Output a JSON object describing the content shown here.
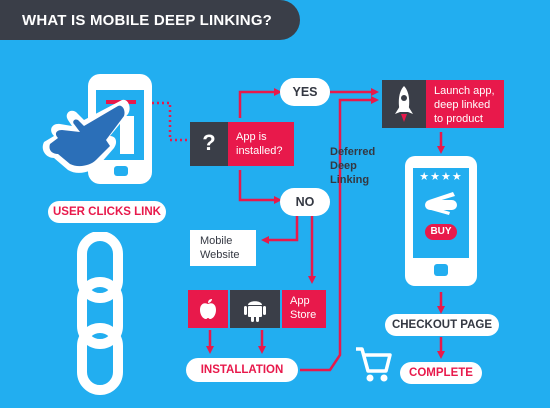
{
  "title": "WHAT IS MOBILE DEEP LINKING?",
  "labels": {
    "user_clicks_link": "USER CLICKS LINK",
    "yes": "YES",
    "no": "NO",
    "app_installed": "App is installed?",
    "mobile_website": "Mobile Website",
    "app_store": "App Store",
    "installation": "INSTALLATION",
    "deferred_deep_linking": "Deferred Deep Linking",
    "launch_app": "Launch app, deep linked to product",
    "buy": "BUY",
    "stars": "★★★★",
    "checkout_page": "CHECKOUT PAGE",
    "complete": "COMPLETE"
  },
  "icons": [
    "phone-icon",
    "hand-pointer-icon",
    "question-icon",
    "chain-link-icon",
    "apple-icon",
    "android-icon",
    "rocket-icon",
    "swiss-knife-icon",
    "shopping-cart-icon"
  ],
  "colors": {
    "background": "#22aef0",
    "accent_red": "#e8194b",
    "dark": "#3a3e48",
    "white": "#ffffff"
  }
}
